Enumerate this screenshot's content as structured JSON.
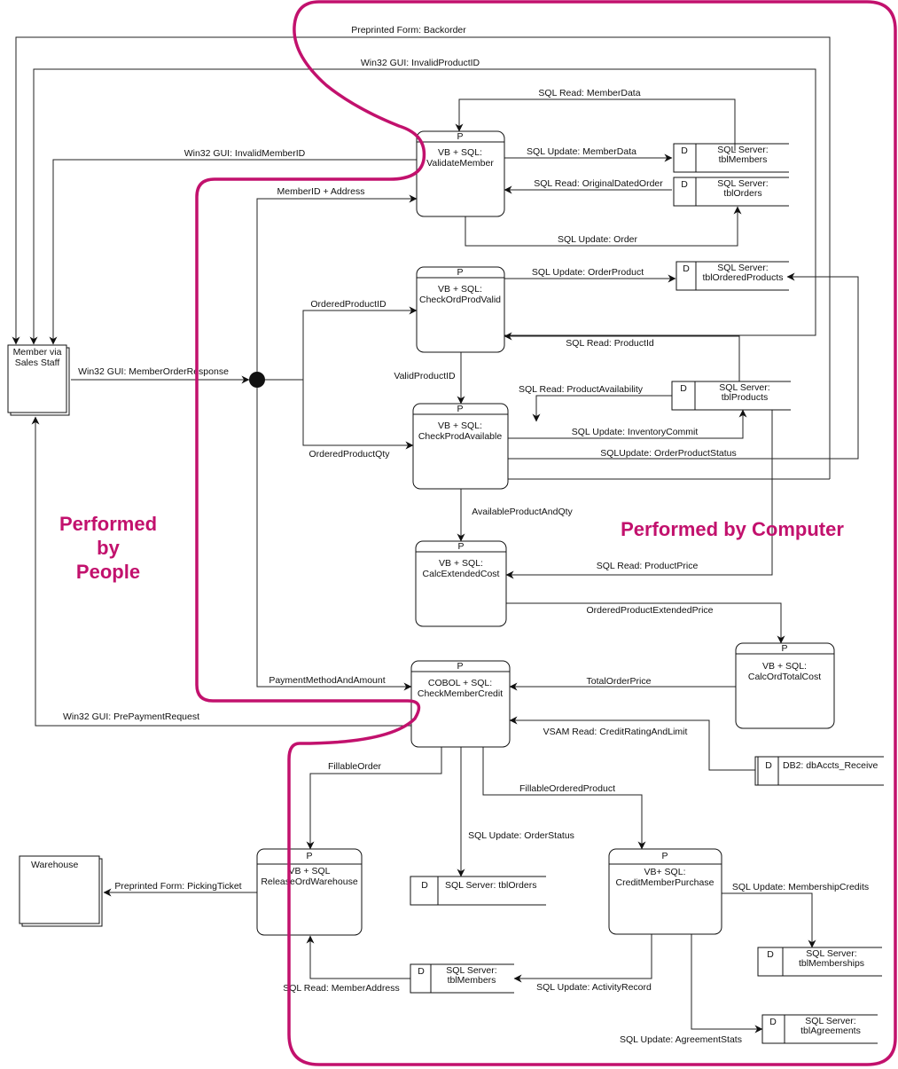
{
  "region_labels": {
    "people": [
      "Performed",
      "by",
      "People"
    ],
    "computer": "Performed by Computer"
  },
  "external_entities": {
    "member": [
      "Member via",
      "Sales Staff"
    ],
    "warehouse": "Warehouse"
  },
  "processes": {
    "validate_member": {
      "id": "P",
      "lines": [
        "VB + SQL:",
        "ValidateMember"
      ]
    },
    "check_ord_prod_valid": {
      "id": "P",
      "lines": [
        "VB + SQL:",
        "CheckOrdProdValid"
      ]
    },
    "check_prod_available": {
      "id": "P",
      "lines": [
        "VB + SQL:",
        "CheckProdAvailable"
      ]
    },
    "calc_extended_cost": {
      "id": "P",
      "lines": [
        "VB + SQL:",
        "CalcExtendedCost"
      ]
    },
    "calc_ord_total_cost": {
      "id": "P",
      "lines": [
        "VB + SQL:",
        "CalcOrdTotalCost"
      ]
    },
    "check_member_credit": {
      "id": "P",
      "lines": [
        "COBOL + SQL:",
        "CheckMemberCredit"
      ]
    },
    "release_ord_warehouse": {
      "id": "P",
      "lines": [
        "VB + SQL",
        "ReleaseOrdWarehouse"
      ]
    },
    "credit_member_purchase": {
      "id": "P",
      "lines": [
        "VB+ SQL:",
        "CreditMemberPurchase"
      ]
    }
  },
  "data_stores": {
    "tbl_members_top": {
      "id": "D",
      "lines": [
        "SQL Server:",
        "tblMembers"
      ]
    },
    "tbl_orders_top": {
      "id": "D",
      "lines": [
        "SQL Server:",
        "tblOrders"
      ]
    },
    "tbl_ordered_products": {
      "id": "D",
      "lines": [
        "SQL Server:",
        "tblOrderedProducts"
      ]
    },
    "tbl_products": {
      "id": "D",
      "lines": [
        "SQL Server:",
        "tblProducts"
      ]
    },
    "db_accts_receive": {
      "id": "D",
      "lines": [
        "DB2: dbAccts_Receive"
      ]
    },
    "tbl_orders_bottom": {
      "id": "D",
      "lines": [
        "SQL Server: tblOrders"
      ]
    },
    "tbl_members_bottom": {
      "id": "D",
      "lines": [
        "SQL Server:",
        "tblMembers"
      ]
    },
    "tbl_memberships": {
      "id": "D",
      "lines": [
        "SQL Server:",
        "tblMemberships"
      ]
    },
    "tbl_agreements": {
      "id": "D",
      "lines": [
        "SQL Server:",
        "tblAgreements"
      ]
    }
  },
  "flows": {
    "backorder": "Preprinted Form: Backorder",
    "invalid_product_id": "Win32 GUI: InvalidProductID",
    "read_member_data": "SQL Read: MemberData",
    "invalid_member_id": "Win32 GUI: InvalidMemberID",
    "update_member_data": "SQL Update: MemberData",
    "read_original_dated_order": "SQL Read: OriginalDatedOrder",
    "member_id_address": "MemberID + Address",
    "update_order": "SQL Update: Order",
    "update_order_product": "SQL Update: OrderProduct",
    "ordered_product_id": "OrderedProductID",
    "read_product_id": "SQL Read: ProductId",
    "member_order_response": "Win32 GUI: MemberOrderResponse",
    "valid_product_id": "ValidProductID",
    "read_product_availability": "SQL Read: ProductAvailability",
    "update_inventory_commit": "SQL Update: InventoryCommit",
    "ordered_product_qty": "OrderedProductQty",
    "update_order_product_status": "SQLUpdate: OrderProductStatus",
    "available_product_and_qty": "AvailableProductAndQty",
    "read_product_price": "SQL Read: ProductPrice",
    "ordered_product_extended_price": "OrderedProductExtendedPrice",
    "payment_method_and_amount": "PaymentMethodAndAmount",
    "total_order_price": "TotalOrderPrice",
    "pre_payment_request": "Win32 GUI: PrePaymentRequest",
    "vsam_read": "VSAM Read: CreditRatingAndLimit",
    "fillable_order": "FillableOrder",
    "fillable_ordered_product": "FillableOrderedProduct",
    "update_order_status": "SQL Update: OrderStatus",
    "picking_ticket": "Preprinted Form: PickingTicket",
    "update_membership_credits": "SQL Update: MembershipCredits",
    "read_member_address": "SQL Read: MemberAddress",
    "update_activity_record": "SQL Update: ActivityRecord",
    "update_agreement_stats": "SQL Update: AgreementStats"
  },
  "colors": {
    "boundary": "#c2116d",
    "ink": "#111111",
    "background": "#ffffff"
  }
}
